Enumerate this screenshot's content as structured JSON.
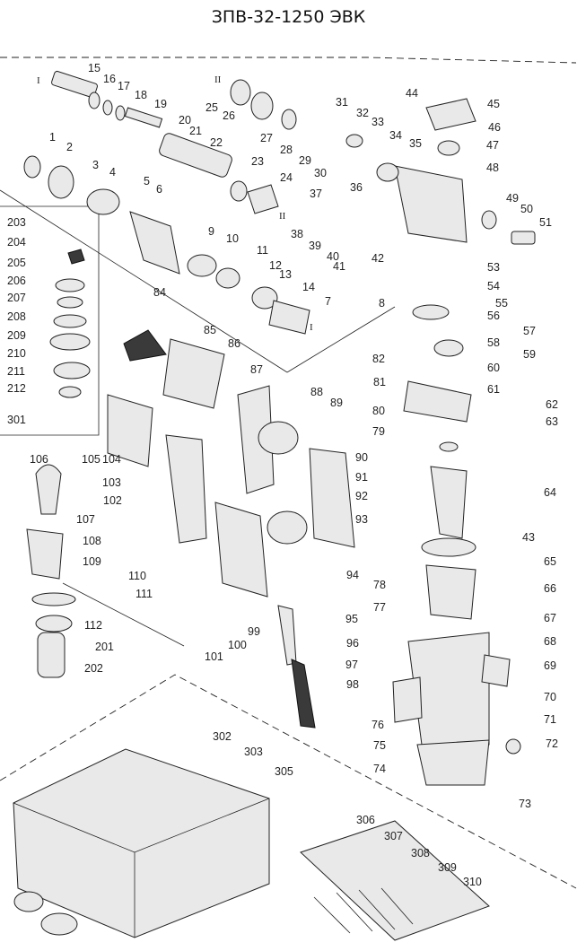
{
  "title": "ЗПВ-32-1250 ЭВК",
  "axis_marks": {
    "top_I": "I",
    "top_II": "II",
    "mid_II": "II",
    "mid_I": "I"
  },
  "labels": [
    "1",
    "2",
    "3",
    "4",
    "5",
    "6",
    "7",
    "8",
    "9",
    "10",
    "11",
    "12",
    "13",
    "14",
    "15",
    "16",
    "17",
    "18",
    "19",
    "20",
    "21",
    "22",
    "23",
    "24",
    "25",
    "26",
    "27",
    "28",
    "29",
    "30",
    "31",
    "32",
    "33",
    "34",
    "35",
    "36",
    "37",
    "38",
    "39",
    "40",
    "41",
    "42",
    "43",
    "44",
    "45",
    "46",
    "47",
    "48",
    "49",
    "50",
    "51",
    "53",
    "54",
    "55",
    "56",
    "57",
    "58",
    "59",
    "60",
    "61",
    "62",
    "63",
    "64",
    "65",
    "66",
    "67",
    "68",
    "69",
    "70",
    "71",
    "72",
    "73",
    "74",
    "75",
    "76",
    "77",
    "78",
    "79",
    "80",
    "81",
    "82",
    "84",
    "85",
    "86",
    "87",
    "88",
    "89",
    "90",
    "91",
    "92",
    "93",
    "94",
    "95",
    "96",
    "97",
    "98",
    "99",
    "100",
    "101",
    "102",
    "103",
    "104",
    "105",
    "106",
    "107",
    "108",
    "109",
    "110",
    "111",
    "112",
    "201",
    "202",
    "203",
    "204",
    "205",
    "206",
    "207",
    "208",
    "209",
    "210",
    "211",
    "212",
    "301",
    "302",
    "303",
    "305",
    "306",
    "307",
    "308",
    "309",
    "310"
  ]
}
